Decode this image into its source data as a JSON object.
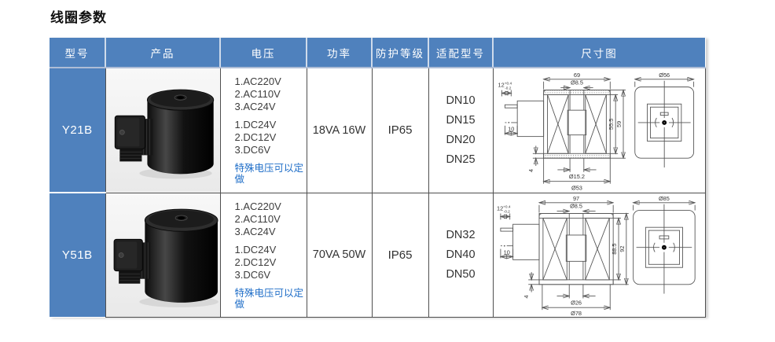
{
  "page": {
    "title": "线圈参数"
  },
  "colors": {
    "header_bg": "#4f81bd",
    "note_blue": "#1f6ec8"
  },
  "table": {
    "headers": {
      "model": "型号",
      "product": "产品",
      "voltage": "电压",
      "power": "功率",
      "protection": "防护等级",
      "fit": "适配型号",
      "dimensions": "尺寸图"
    },
    "rows": [
      {
        "model": "Y21B",
        "voltage_ac": [
          "1.AC220V",
          "2.AC110V",
          "3.AC24V"
        ],
        "voltage_dc": [
          "1.DC24V",
          "2.DC12V",
          "3.DC6V"
        ],
        "voltage_note": "特殊电压可以定做",
        "power": "18VA 16W",
        "protection": "IP65",
        "fit_models": [
          "DN10",
          "DN15",
          "DN20",
          "DN25"
        ],
        "dims": {
          "overall_width": "69",
          "top_hole": "Ø8.5",
          "tol_base": "12",
          "tol_plus": "+0.4",
          "tol_minus": "-0.2",
          "pin_length": "10",
          "base_height": "4",
          "coil_height": "55.5",
          "overall_height": "59",
          "bore": "Ø15.2",
          "body_dia": "Ø53",
          "face_dia": "Ø56"
        }
      },
      {
        "model": "Y51B",
        "voltage_ac": [
          "1.AC220V",
          "2.AC110V",
          "3.AC24V"
        ],
        "voltage_dc": [
          "1.DC24V",
          "2.DC12V",
          "3.DC6V"
        ],
        "voltage_note": "特殊电压可以定做",
        "power": "70VA 50W",
        "protection": "IP65",
        "fit_models": [
          "DN32",
          "DN40",
          "DN50"
        ],
        "dims": {
          "overall_width": "97",
          "top_hole": "Ø8.5",
          "tol_base": "12",
          "tol_plus": "+0.4",
          "tol_minus": "-0.2",
          "pin_length": "10",
          "base_height": "4",
          "coil_height": "88.5",
          "overall_height": "92",
          "bore": "Ø26",
          "body_dia": "Ø78",
          "face_dia": "Ø85"
        }
      }
    ]
  }
}
